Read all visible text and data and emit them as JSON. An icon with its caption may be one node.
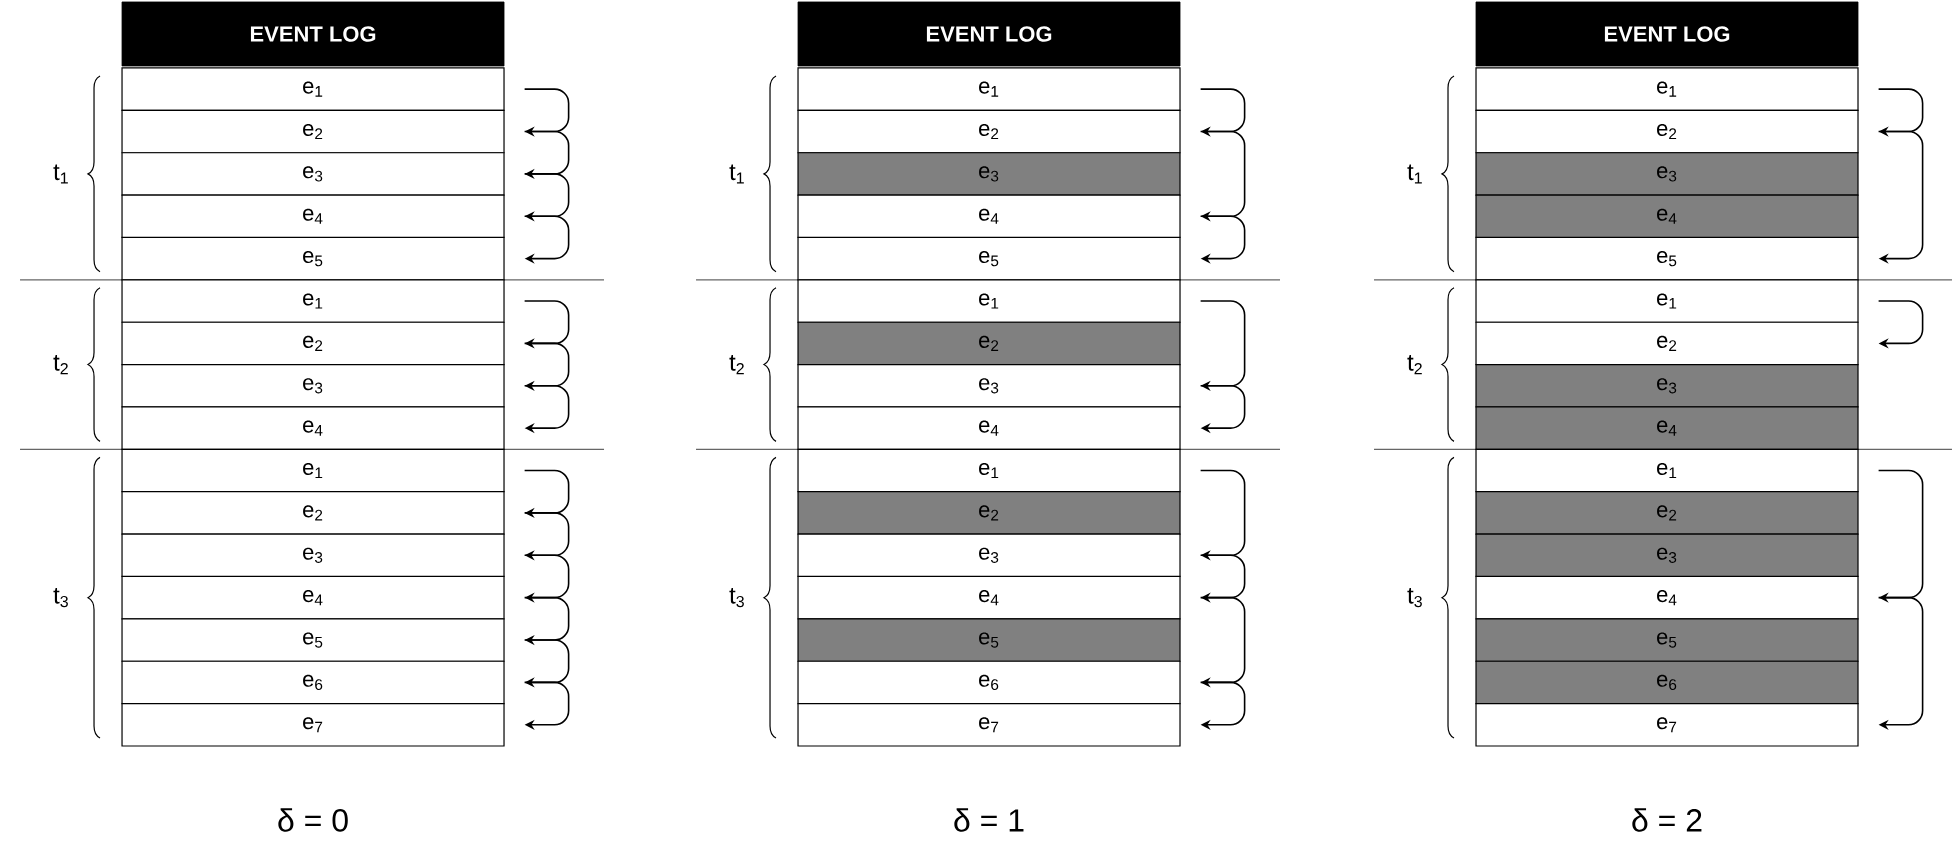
{
  "diagram": {
    "nodes": [
      {
        "text": [
          "EVENT LOG"
        ]
      },
      {
        "text": [
          "e$_{1}$"
        ]
      },
      {
        "text": [
          "e$_{2}$"
        ]
      },
      {
        "text": [
          "e$_{3}$"
        ]
      },
      {
        "text": [
          "e$_{4}$"
        ]
      },
      {
        "text": [
          "e$_{5}$"
        ]
      },
      {
        "text": [
          "e$_{1}$"
        ]
      },
      {
        "text": [
          "e$_{2}$"
        ]
      },
      {
        "text": [
          "e$_{3}$"
        ]
      },
      {
        "text": [
          "e$_{4}$"
        ]
      },
      {
        "text": [
          "e$_{1}$"
        ]
      },
      {
        "text": [
          "e$_{2}$"
        ]
      },
      {
        "text": [
          "e$_{3}$"
        ]
      },
      {
        "text": [
          "e$_{4}$"
        ]
      },
      {
        "text": [
          "e$_{5}$"
        ]
      },
      {
        "text": [
          "e$_{6}$"
        ]
      },
      {
        "text": [
          "e$_{7}$"
        ]
      },
      {
        "text": [
          "EVENT LOG"
        ]
      },
      {
        "text": [
          "e$_{1}$"
        ]
      },
      {
        "text": [
          "e$_{2}$"
        ]
      },
      {
        "text": [
          "e$_{3}$"
        ]
      },
      {
        "text": [
          "e$_{4}$"
        ]
      },
      {
        "text": [
          "e$_{5}$"
        ]
      },
      {
        "text": [
          "e$_{1}$"
        ]
      },
      {
        "text": [
          "e$_{2}$"
        ]
      },
      {
        "text": [
          "e$_{3}$"
        ]
      },
      {
        "text": [
          "e$_{4}$"
        ]
      },
      {
        "text": [
          "e$_{1}$"
        ]
      },
      {
        "text": [
          "e$_{2}$"
        ]
      },
      {
        "text": [
          "e$_{3}$"
        ]
      },
      {
        "text": [
          "e$_{4}$"
        ]
      },
      {
        "text": [
          "e$_{5}$"
        ]
      },
      {
        "text": [
          "e$_{6}$"
        ]
      },
      {
        "text": [
          "e$_{7}$"
        ]
      },
      {
        "text": [
          "EVENT LOG"
        ]
      },
      {
        "text": [
          "e$_{1}$"
        ]
      },
      {
        "text": [
          "e$_{2}$"
        ]
      },
      {
        "text": [
          "e$_{3}$"
        ]
      },
      {
        "text": [
          "e$_{4}$"
        ]
      },
      {
        "text": [
          "e$_{5}$"
        ]
      },
      {
        "text": [
          "e$_{1}$"
        ]
      },
      {
        "text": [
          "e$_{2}$"
        ]
      },
      {
        "text": [
          "e$_{3}$"
        ]
      },
      {
        "text": [
          "e$_{4}$"
        ]
      },
      {
        "text": [
          "e$_{1}$"
        ]
      },
      {
        "text": [
          "e$_{2}$"
        ]
      },
      {
        "text": [
          "e$_{3}$"
        ]
      },
      {
        "text": [
          "e$_{4}$"
        ]
      },
      {
        "text": [
          "e$_{5}$"
        ]
      },
      {
        "text": [
          "e$_{6}$"
        ]
      },
      {
        "text": [
          "e$_{7}$"
        ]
      }
    ],
    "edges": [
      {
        "from": 1,
        "to": 2,
        "arrow": "to"
      },
      {
        "from": 2,
        "to": 3,
        "arrow": "to"
      },
      {
        "from": 3,
        "to": 4,
        "arrow": "to"
      },
      {
        "from": 4,
        "to": 5,
        "arrow": "to"
      },
      {
        "from": 6,
        "to": 7,
        "arrow": "to"
      },
      {
        "from": 7,
        "to": 8,
        "arrow": "to"
      },
      {
        "from": 8,
        "to": 9,
        "arrow": "to"
      },
      {
        "from": 10,
        "to": 11,
        "arrow": "to"
      },
      {
        "from": 11,
        "to": 12,
        "arrow": "to"
      },
      {
        "from": 12,
        "to": 13,
        "arrow": "to"
      },
      {
        "from": 13,
        "to": 14,
        "arrow": "to"
      },
      {
        "from": 14,
        "to": 15,
        "arrow": "to"
      },
      {
        "from": 15,
        "to": 16,
        "arrow": "to"
      },
      {
        "from": 18,
        "to": 19,
        "arrow": "to"
      },
      {
        "from": 19,
        "to": 21,
        "arrow": "to"
      },
      {
        "from": 21,
        "to": 22,
        "arrow": "to"
      },
      {
        "from": 23,
        "to": 25,
        "arrow": "to"
      },
      {
        "from": 25,
        "to": 26,
        "arrow": "to"
      },
      {
        "from": 27,
        "to": 29,
        "arrow": "to"
      },
      {
        "from": 29,
        "to": 30,
        "arrow": "to"
      },
      {
        "from": 30,
        "to": 32,
        "arrow": "to"
      },
      {
        "from": 32,
        "to": 33,
        "arrow": "to"
      },
      {
        "from": 35,
        "to": 36,
        "arrow": "to"
      },
      {
        "from": 36,
        "to": 39,
        "arrow": "to"
      },
      {
        "from": 40,
        "to": 41,
        "arrow": "to"
      },
      {
        "from": 44,
        "to": 47,
        "arrow": "to"
      },
      {
        "from": 47,
        "to": 50,
        "arrow": "to"
      }
    ],
    "labels": [
      "t$_{1}$",
      "t$_{1}$",
      "t$_{1}$",
      "t$_{2}$",
      "t$_{2}$",
      "t$_{2}$",
      "t$_{3}$",
      "t$_{3}$",
      "t$_{3}$",
      "δ = 0",
      "δ = 1",
      "δ = 2"
    ]
  }
}
